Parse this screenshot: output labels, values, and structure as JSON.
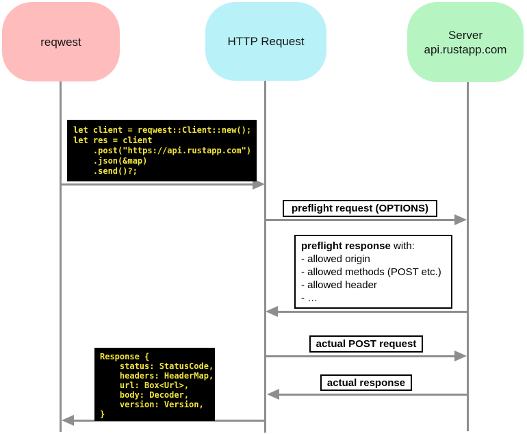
{
  "participants": {
    "reqwest": {
      "label": "reqwest"
    },
    "http_request": {
      "label": "HTTP Request"
    },
    "server": {
      "line1": "Server",
      "line2": "api.rustapp.com"
    }
  },
  "code": {
    "request": {
      "lines": [
        "let client = reqwest::Client::new();",
        "let res = client",
        "    .post(\"https://api.rustapp.com\")",
        "    .json(&map)",
        "    .send()?;"
      ]
    },
    "response": {
      "lines": [
        "Response {",
        "    status: StatusCode,",
        "    headers: HeaderMap,",
        "    url: Box<Url>,",
        "    body: Decoder,",
        "    version: Version,",
        "}"
      ]
    }
  },
  "messages": {
    "preflight_request": "preflight request (OPTIONS)",
    "preflight_response": {
      "title_bold": "preflight response",
      "title_rest": " with:",
      "items": [
        "- allowed origin",
        "- allowed methods (POST etc.)",
        "- allowed header",
        "- …"
      ]
    },
    "actual_post_request": "actual POST request",
    "actual_response": "actual response"
  },
  "colors": {
    "reqwest_fill": "#ffbcbc",
    "http_request_fill": "#b9f1f8",
    "server_fill": "#b6f5c2",
    "line_gray": "#8e8e8e",
    "code_background": "#000000",
    "code_text": "#f2e53e",
    "label_border": "#000000"
  }
}
